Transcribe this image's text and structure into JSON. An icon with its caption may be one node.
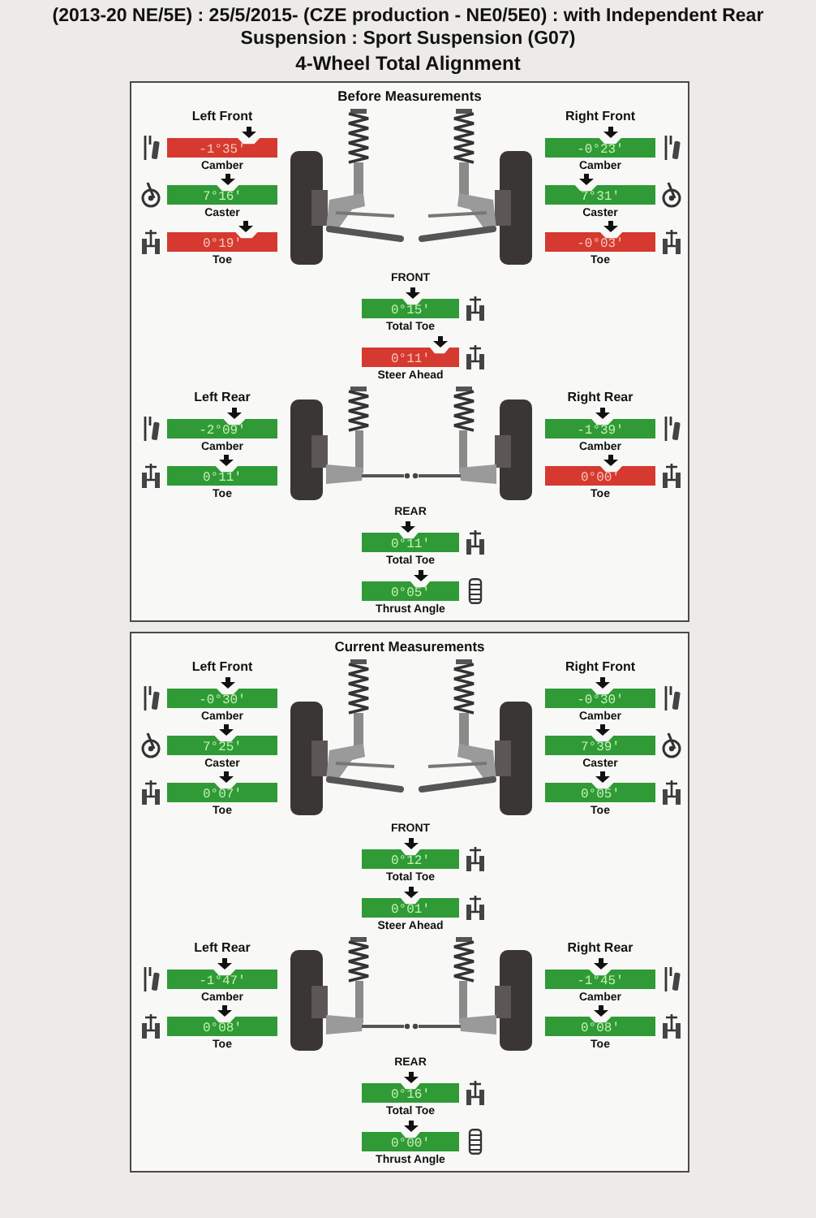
{
  "diagram": {
    "title": "4-Wheel Total Alignment",
    "nodes": [
      {
        "text": [
          "Before Measurements"
        ]
      },
      {
        "text": [
          "-1°35'"
        ],
        "beside": [
          "Camber"
        ],
        "in": 0
      },
      {
        "text": [
          "7°16'"
        ],
        "beside": [
          "Caster"
        ],
        "in": 0
      },
      {
        "text": [
          "0°19'"
        ],
        "beside": [
          "Toe"
        ],
        "in": 0
      },
      {
        "text": [
          "-0°23'"
        ],
        "beside": [
          "Camber"
        ],
        "in": 0
      },
      {
        "text": [
          "7°31'"
        ],
        "beside": [
          "Caster"
        ],
        "in": 0
      },
      {
        "text": [
          "-0°03'"
        ],
        "beside": [
          "Toe"
        ],
        "in": 0
      },
      {
        "text": [
          "0°15'"
        ],
        "beside": [
          "FRONT",
          "Total Toe"
        ],
        "in": 0
      },
      {
        "text": [
          "0°11'"
        ],
        "beside": [
          "Steer Ahead"
        ],
        "in": 0
      },
      {
        "text": [
          "-2°09'"
        ],
        "beside": [
          "Camber"
        ],
        "in": 0
      },
      {
        "text": [
          "0°11'"
        ],
        "beside": [
          "Toe"
        ],
        "in": 0
      },
      {
        "text": [
          "-1°39'"
        ],
        "beside": [
          "Camber"
        ],
        "in": 0
      },
      {
        "text": [
          "0°00'"
        ],
        "beside": [
          "Toe"
        ],
        "in": 0
      },
      {
        "text": [
          "0°11'"
        ],
        "beside": [
          "REAR",
          "Total Toe"
        ],
        "in": 0
      },
      {
        "text": [
          "0°05'"
        ],
        "beside": [
          "Thrust Angle"
        ],
        "in": 0
      },
      {
        "text": [
          "Current Measurements"
        ]
      },
      {
        "text": [
          "-0°30'"
        ],
        "beside": [
          "Camber"
        ],
        "in": 15
      },
      {
        "text": [
          "7°25'"
        ],
        "beside": [
          "Caster"
        ],
        "in": 15
      },
      {
        "text": [
          "0°07'"
        ],
        "beside": [
          "Toe"
        ],
        "in": 15
      },
      {
        "text": [
          "-0°30'"
        ],
        "beside": [
          "Camber"
        ],
        "in": 15
      },
      {
        "text": [
          "7°39'"
        ],
        "beside": [
          "Caster"
        ],
        "in": 15
      },
      {
        "text": [
          "0°05'"
        ],
        "beside": [
          "Toe"
        ],
        "in": 15
      },
      {
        "text": [
          "0°12'"
        ],
        "beside": [
          "FRONT",
          "Total Toe"
        ],
        "in": 15
      },
      {
        "text": [
          "0°01'"
        ],
        "beside": [
          "Steer Ahead"
        ],
        "in": 15
      },
      {
        "text": [
          "-1°47'"
        ],
        "beside": [
          "Camber"
        ],
        "in": 15
      },
      {
        "text": [
          "0°08'"
        ],
        "beside": [
          "Toe"
        ],
        "in": 15
      },
      {
        "text": [
          "-1°45'"
        ],
        "beside": [
          "Camber"
        ],
        "in": 15
      },
      {
        "text": [
          "0°08'"
        ],
        "beside": [
          "Toe"
        ],
        "in": 15
      },
      {
        "text": [
          "0°16'"
        ],
        "beside": [
          "REAR",
          "Total Toe"
        ],
        "in": 15
      },
      {
        "text": [
          "0°00'"
        ],
        "beside": [
          "Thrust Angle"
        ],
        "in": 15
      }
    ],
    "labels": [
      "(2013-20 NE/5E) : 25/5/2015- (CZE production - NE0/5E0) : with Independent Rear Suspension : Sport Suspension (G07)",
      "Left Front",
      "Right Front",
      "Left Rear",
      "Right Rear",
      "Left Front",
      "Right Front",
      "Left Rear",
      "Right Rear"
    ]
  }
}
